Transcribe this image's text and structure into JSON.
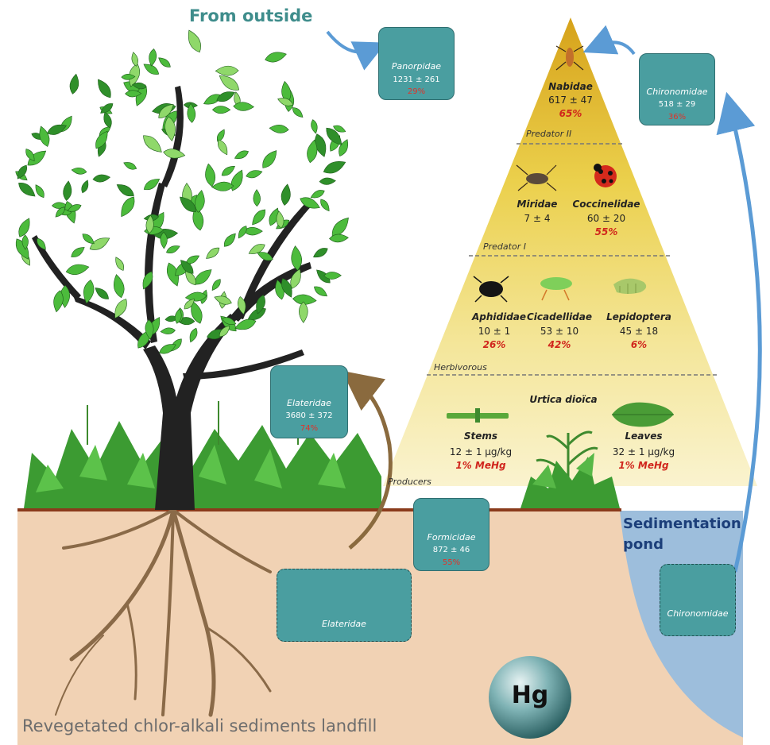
{
  "title": "From outside",
  "pyramid": {
    "top": {
      "name": "Nabidae",
      "value": "617 ± 47",
      "percent": "65%"
    },
    "level_predator2": "Predator II",
    "predator1_taxa": [
      {
        "name": "Miridae",
        "value": "7 ± 4",
        "percent": ""
      },
      {
        "name": "Coccinelidae",
        "value": "60 ± 20",
        "percent": "55%"
      }
    ],
    "level_predator1": "Predator I",
    "herbivore_taxa": [
      {
        "name": "Aphididae",
        "value": "10 ± 1",
        "percent": "26%"
      },
      {
        "name": "Cicadellidae",
        "value": "53 ± 10",
        "percent": "42%"
      },
      {
        "name": "Lepidoptera",
        "value": "45 ± 18",
        "percent": "6%"
      }
    ],
    "level_herbivorous": "Herbivorous",
    "producer_species": "Urtica dioïca",
    "producer_parts": [
      {
        "name": "Stems",
        "value": "12 ± 1 µg/kg",
        "percent": "1% MeHg"
      },
      {
        "name": "Leaves",
        "value": "32 ± 1 µg/kg",
        "percent": "1% MeHg"
      }
    ],
    "level_producers": "Producers"
  },
  "boxes": {
    "panorpidae": {
      "name": "Panorpidae",
      "value": "1231 ± 261",
      "percent": "29%"
    },
    "chironomidae_adult": {
      "name": "Chironomidae",
      "value": "518 ± 29",
      "percent": "36%"
    },
    "elateridae": {
      "name": "Elateridae",
      "value": "3680 ± 372",
      "percent": "74%"
    },
    "formicidae": {
      "name": "Formicidae",
      "value": "872 ± 46",
      "percent": "55%"
    },
    "elateridae_larva": {
      "name": "Elateridae"
    },
    "chironomidae_larva": {
      "name": "Chironomidae"
    }
  },
  "pond_label_line1": "Sedimentation",
  "pond_label_line2": "pond",
  "hg_label": "Hg",
  "footer": "Revegetated chlor-alkali sediments landfill",
  "colors": {
    "box_teal": "#4a9ea0",
    "title_teal": "#3f8d8c",
    "soil": "#f1d2b4",
    "pond": "#9dbedc",
    "arrow_blue": "#5b9bd5",
    "arrow_brown": "#8a6a3e",
    "trunk": "#222222",
    "leaf_green": "#4cbb3c",
    "percent_red": "#d0251c"
  }
}
